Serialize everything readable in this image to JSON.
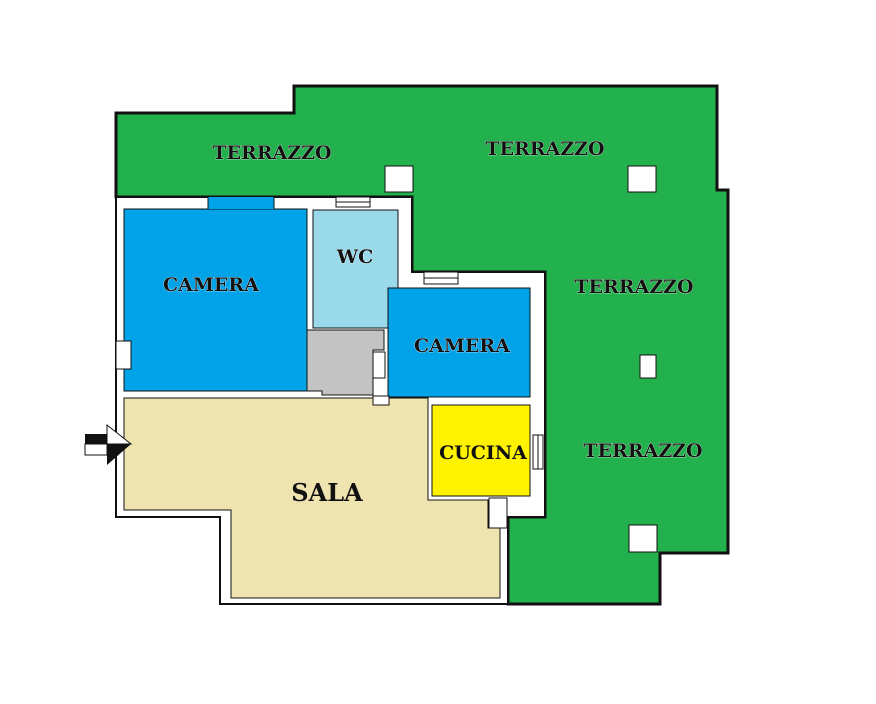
{
  "rooms": {
    "terrazzo_top_left": "TERRAZZO",
    "terrazzo_top_right": "TERRAZZO",
    "terrazzo_right_upper": "TERRAZZO",
    "terrazzo_right_lower": "TERRAZZO",
    "camera_large": "CAMERA",
    "wc": "WC",
    "camera_small": "CAMERA",
    "cucina": "CUCINA",
    "sala": "SALA"
  },
  "colors": {
    "terrazzo": "#23b14d",
    "camera": "#00a2e8",
    "wc": "#99d9ea",
    "cucina": "#fff200",
    "sala": "#efe4b0",
    "corridor": "#c3c3c3",
    "wall": "#111111"
  },
  "icons": {
    "entrance": "entrance-arrow-icon"
  }
}
